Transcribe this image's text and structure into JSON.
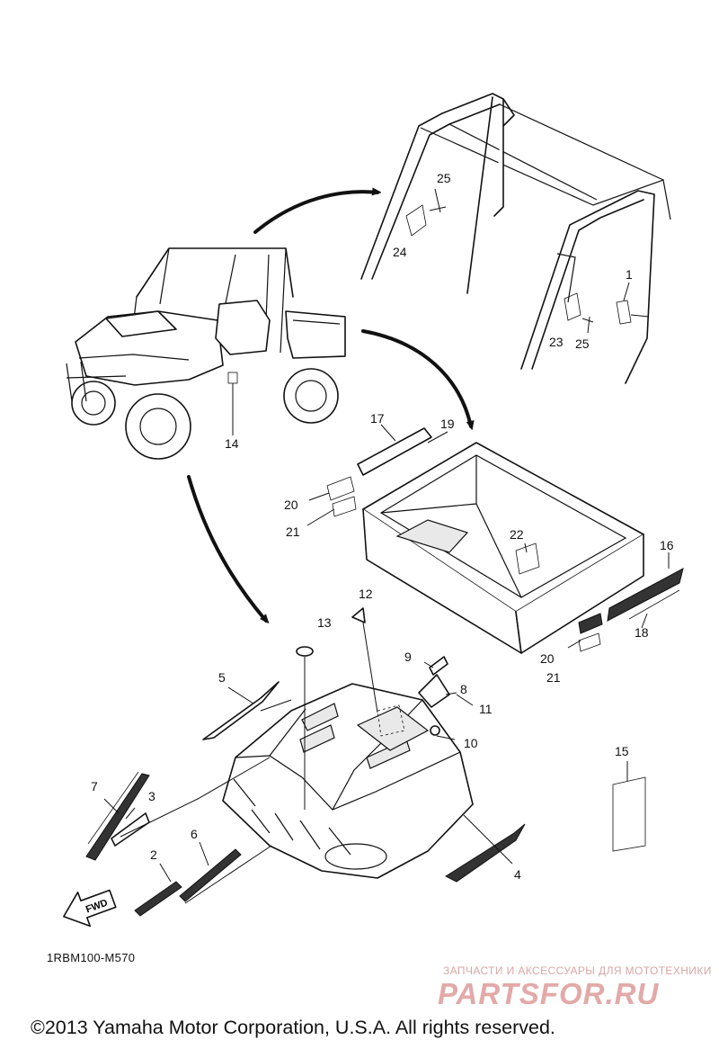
{
  "diagram_code": "1RBM100-M570",
  "copyright": "©2013 Yamaha Motor Corporation, U.S.A. All rights reserved.",
  "watermark": {
    "tagline": "ЗАПЧАСТИ И АКСЕССУАРЫ ДЛЯ МОТОТЕХНИКИ",
    "brand": "PARTSFOR.RU"
  },
  "fwd_label": "FWD",
  "callouts": [
    "1",
    "2",
    "3",
    "4",
    "5",
    "6",
    "7",
    "8",
    "9",
    "10",
    "11",
    "12",
    "13",
    "14",
    "15",
    "16",
    "17",
    "18",
    "19",
    "20",
    "20",
    "21",
    "21",
    "22",
    "23",
    "24",
    "25",
    "25"
  ]
}
